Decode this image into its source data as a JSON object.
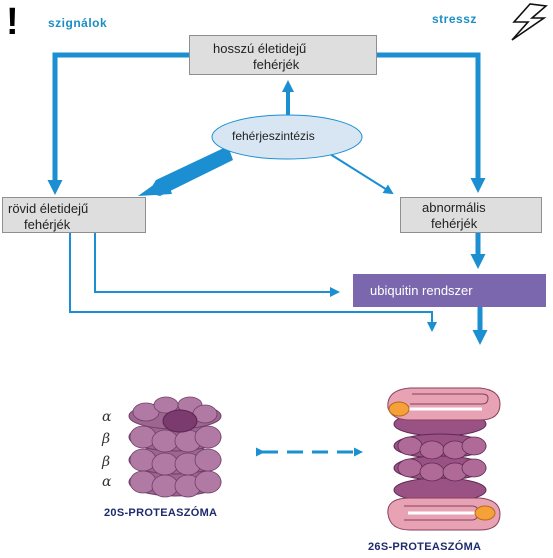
{
  "header": {
    "signals_mark": "!",
    "signals_label": "szignálok",
    "stress_label": "stressz"
  },
  "nodes": {
    "long_lived": [
      "hosszú életidejű",
      "fehérjék"
    ],
    "synthesis": "fehérjeszintézis",
    "short_lived": [
      "rövid életidejű",
      "fehérjék"
    ],
    "abnormal": [
      "abnormális",
      "fehérjék"
    ],
    "ubiquitin": "ubiquitin rendszer"
  },
  "proteasome_20s": {
    "subunits": [
      "α",
      "β",
      "β",
      "α"
    ],
    "label": "20S-PROTEASZÓMA"
  },
  "proteasome_26s": {
    "label": "26S-PROTEASZÓMA"
  },
  "colors": {
    "arrow": "#1b8fd2",
    "box_fill": "#dedede",
    "ubiquitin_fill": "#7b67ad",
    "ellipse_fill": "#d8e6f3",
    "proteasome": "#8c5a83",
    "cap": "#e7a3b4",
    "cap_tip": "#f5a13a"
  },
  "icons": {
    "stress": "lightning-bolt-icon"
  }
}
